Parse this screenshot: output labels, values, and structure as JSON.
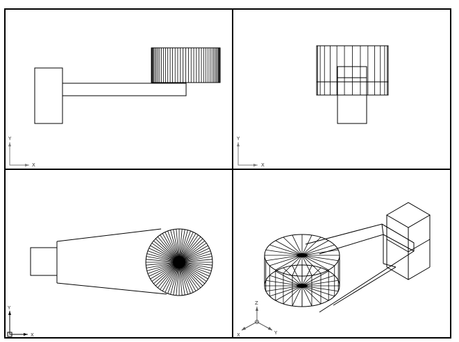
{
  "viewports": [
    {
      "id": "top",
      "ucs": {
        "x_label": "X",
        "y_label": "Y"
      }
    },
    {
      "id": "front",
      "ucs": {
        "x_label": "X",
        "y_label": "Y"
      }
    },
    {
      "id": "right-plan",
      "ucs": {
        "x_label": "X",
        "y_label": "Y"
      }
    },
    {
      "id": "isometric",
      "ucs": {
        "x_label": "X",
        "y_label": "Y",
        "z_label": "Z"
      }
    }
  ],
  "colors": {
    "frame": "#000000",
    "geometry": "#000000",
    "ucs": "#7a7a7a",
    "background": "#ffffff"
  }
}
